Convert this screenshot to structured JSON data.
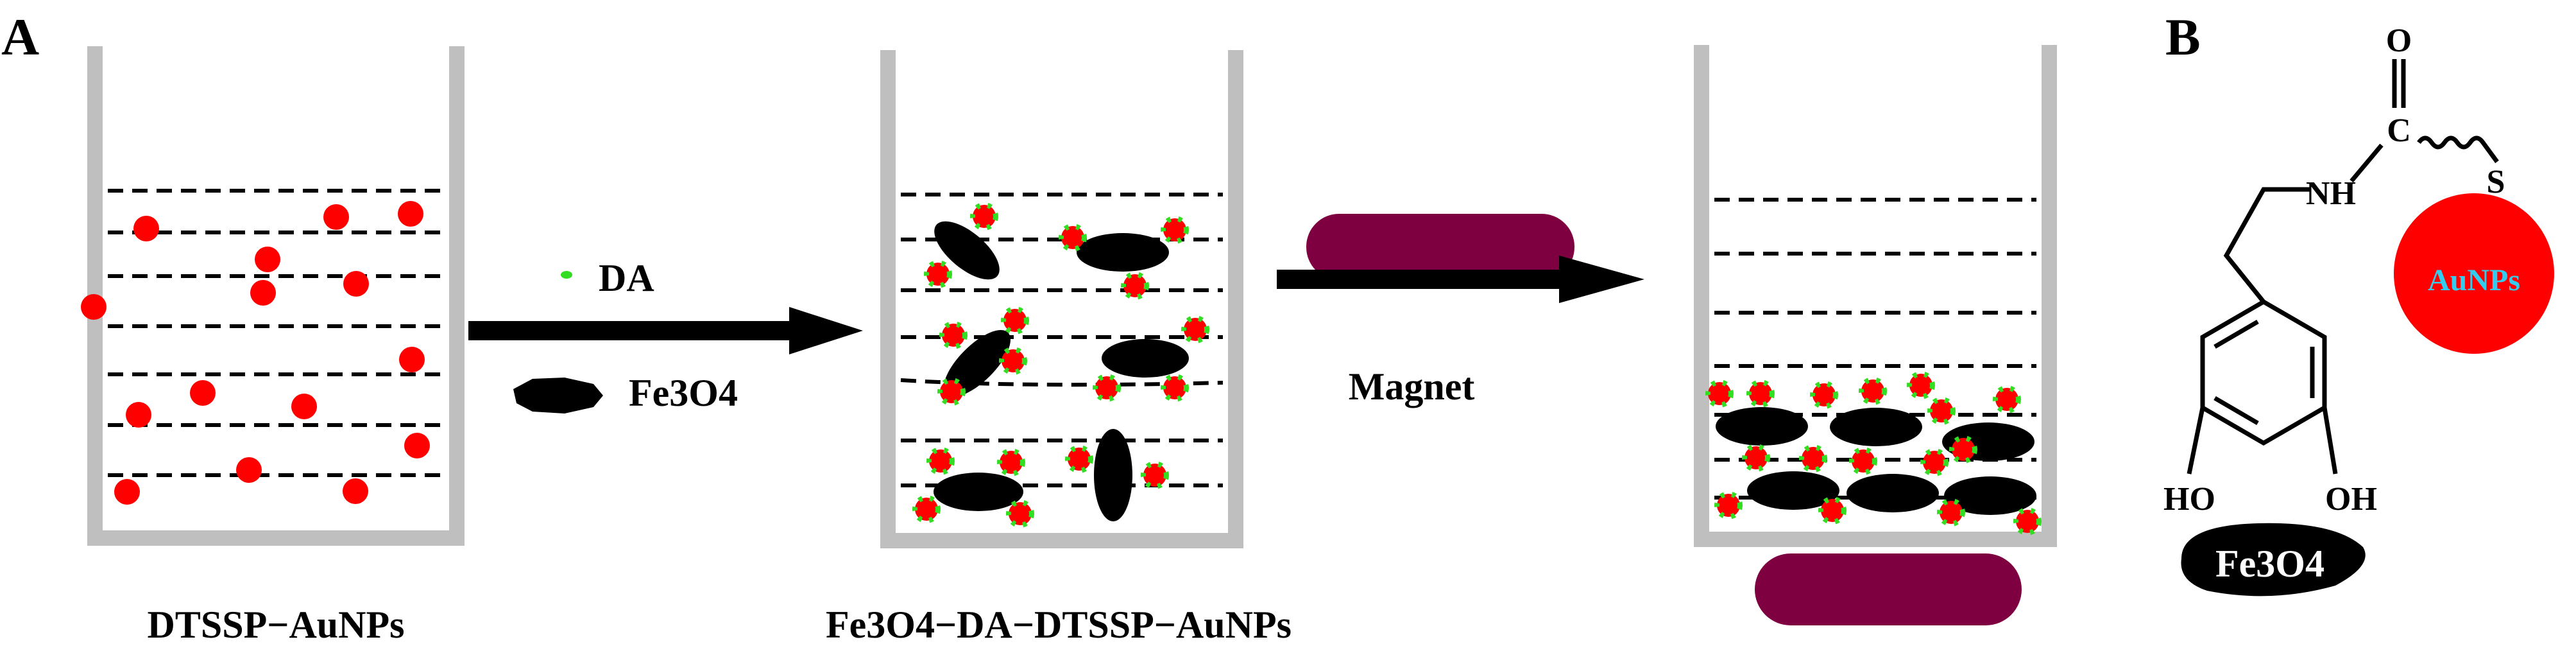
{
  "panels": {
    "a": "A",
    "b": "B"
  },
  "captions": {
    "beaker1": "DTSSP−AuNPs",
    "beaker2": "Fe3O4−DA−DTSSP−AuNPs"
  },
  "legend": {
    "da": "DA",
    "fe3o4": "Fe3O4"
  },
  "arrow2_label": "Magnet",
  "structure": {
    "o": "O",
    "c": "C",
    "s": "S",
    "nh": "NH",
    "ho": "HO",
    "oh": "OH",
    "aunps": "AuNPs",
    "fe3o4": "Fe3O4"
  },
  "colors": {
    "gold_nanoparticle": "#ff0000",
    "dopamine": "#33dd22",
    "fe3o4": "#000000",
    "magnet": "#7f0040",
    "beaker": "#bfbfbf",
    "aunps_text": "#33ccee"
  }
}
